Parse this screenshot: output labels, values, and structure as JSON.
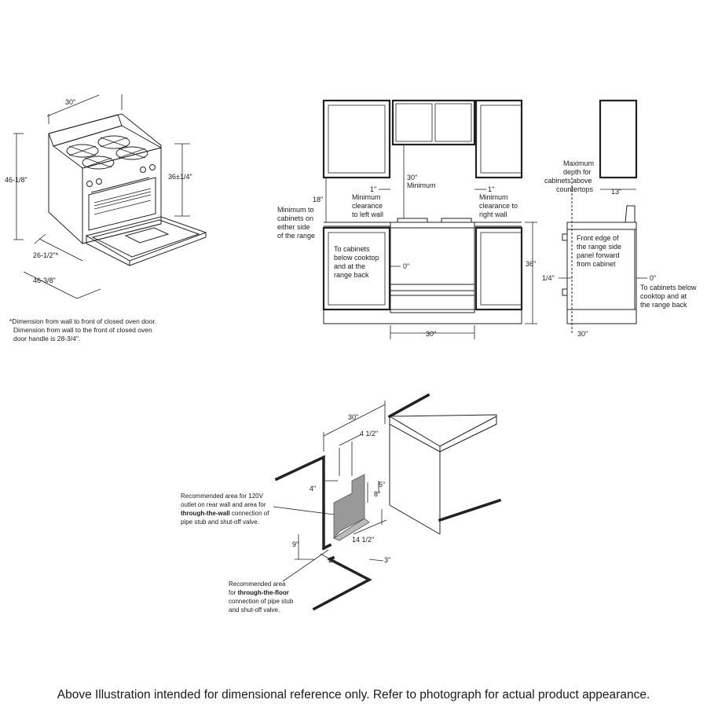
{
  "range_view": {
    "width_label": "30\"",
    "height_label": "46-1/8\"",
    "cooktop_height_label": "36±1/4\"",
    "depth_label": "26-1/2\"*",
    "depth_open_label": "46-3/8\"",
    "footnote": [
      "*Dimension from wall to front of closed oven door.",
      "Dimension from wall to the front of closed oven",
      "door handle is 28-3/4\"."
    ]
  },
  "front_view": {
    "min_cabinets_label": [
      "Minimum to",
      "cabinets on",
      "either side",
      "of the range"
    ],
    "dim_18": "18\"",
    "dim_30_min": "30\"",
    "minimum_label": "Minimum",
    "dim_1_left": "1\"",
    "dim_1_right": "1\"",
    "left_clearance": [
      "Minimum",
      "clearance",
      "to left wall"
    ],
    "right_clearance": [
      "Minimum",
      "clearance to",
      "right wall"
    ],
    "cabinets_below": [
      "To cabinets",
      "below cooktop",
      "and at the",
      "range back"
    ],
    "dim_0": "0\"",
    "dim_36": "36\"",
    "dim_30_width": "30\""
  },
  "side_view": {
    "max_depth": [
      "Maximum",
      "depth for",
      "cabinets above",
      "countertops"
    ],
    "dim_13": "13\"",
    "front_edge": [
      "Front edge of",
      "the range side",
      "panel forward",
      "from cabinet"
    ],
    "dim_quarter": "1/4\"",
    "dim_0": "0\"",
    "cabinets_below": [
      "To cabinets below",
      "cooktop and at",
      "the range back"
    ],
    "dim_30": "30\""
  },
  "install_view": {
    "dim_30": "30\"",
    "dim_4_half": "4 1/2\"",
    "dim_4": "4\"",
    "dim_5": "5\"",
    "dim_8": "8\"",
    "dim_9": "9\"",
    "dim_14_half": "14 1/2\"",
    "dim_2": "2\"",
    "dim_3": "3\"",
    "wall_note": {
      "line1": "Recommended area for 120V",
      "line2": "outlet on rear wall and area for",
      "line3_bold": "through-the-wall",
      "line3_rest": " connection of",
      "line4": "pipe stub and shut-off valve."
    },
    "floor_note": {
      "line1": "Recommended area",
      "line2_pre": "for ",
      "line2_bold": "through-the-floor",
      "line3": "connection of pipe stub",
      "line4": "and shut-off valve."
    }
  },
  "caption": "Above Illustration intended for dimensional reference only. Refer to photograph for actual product appearance."
}
